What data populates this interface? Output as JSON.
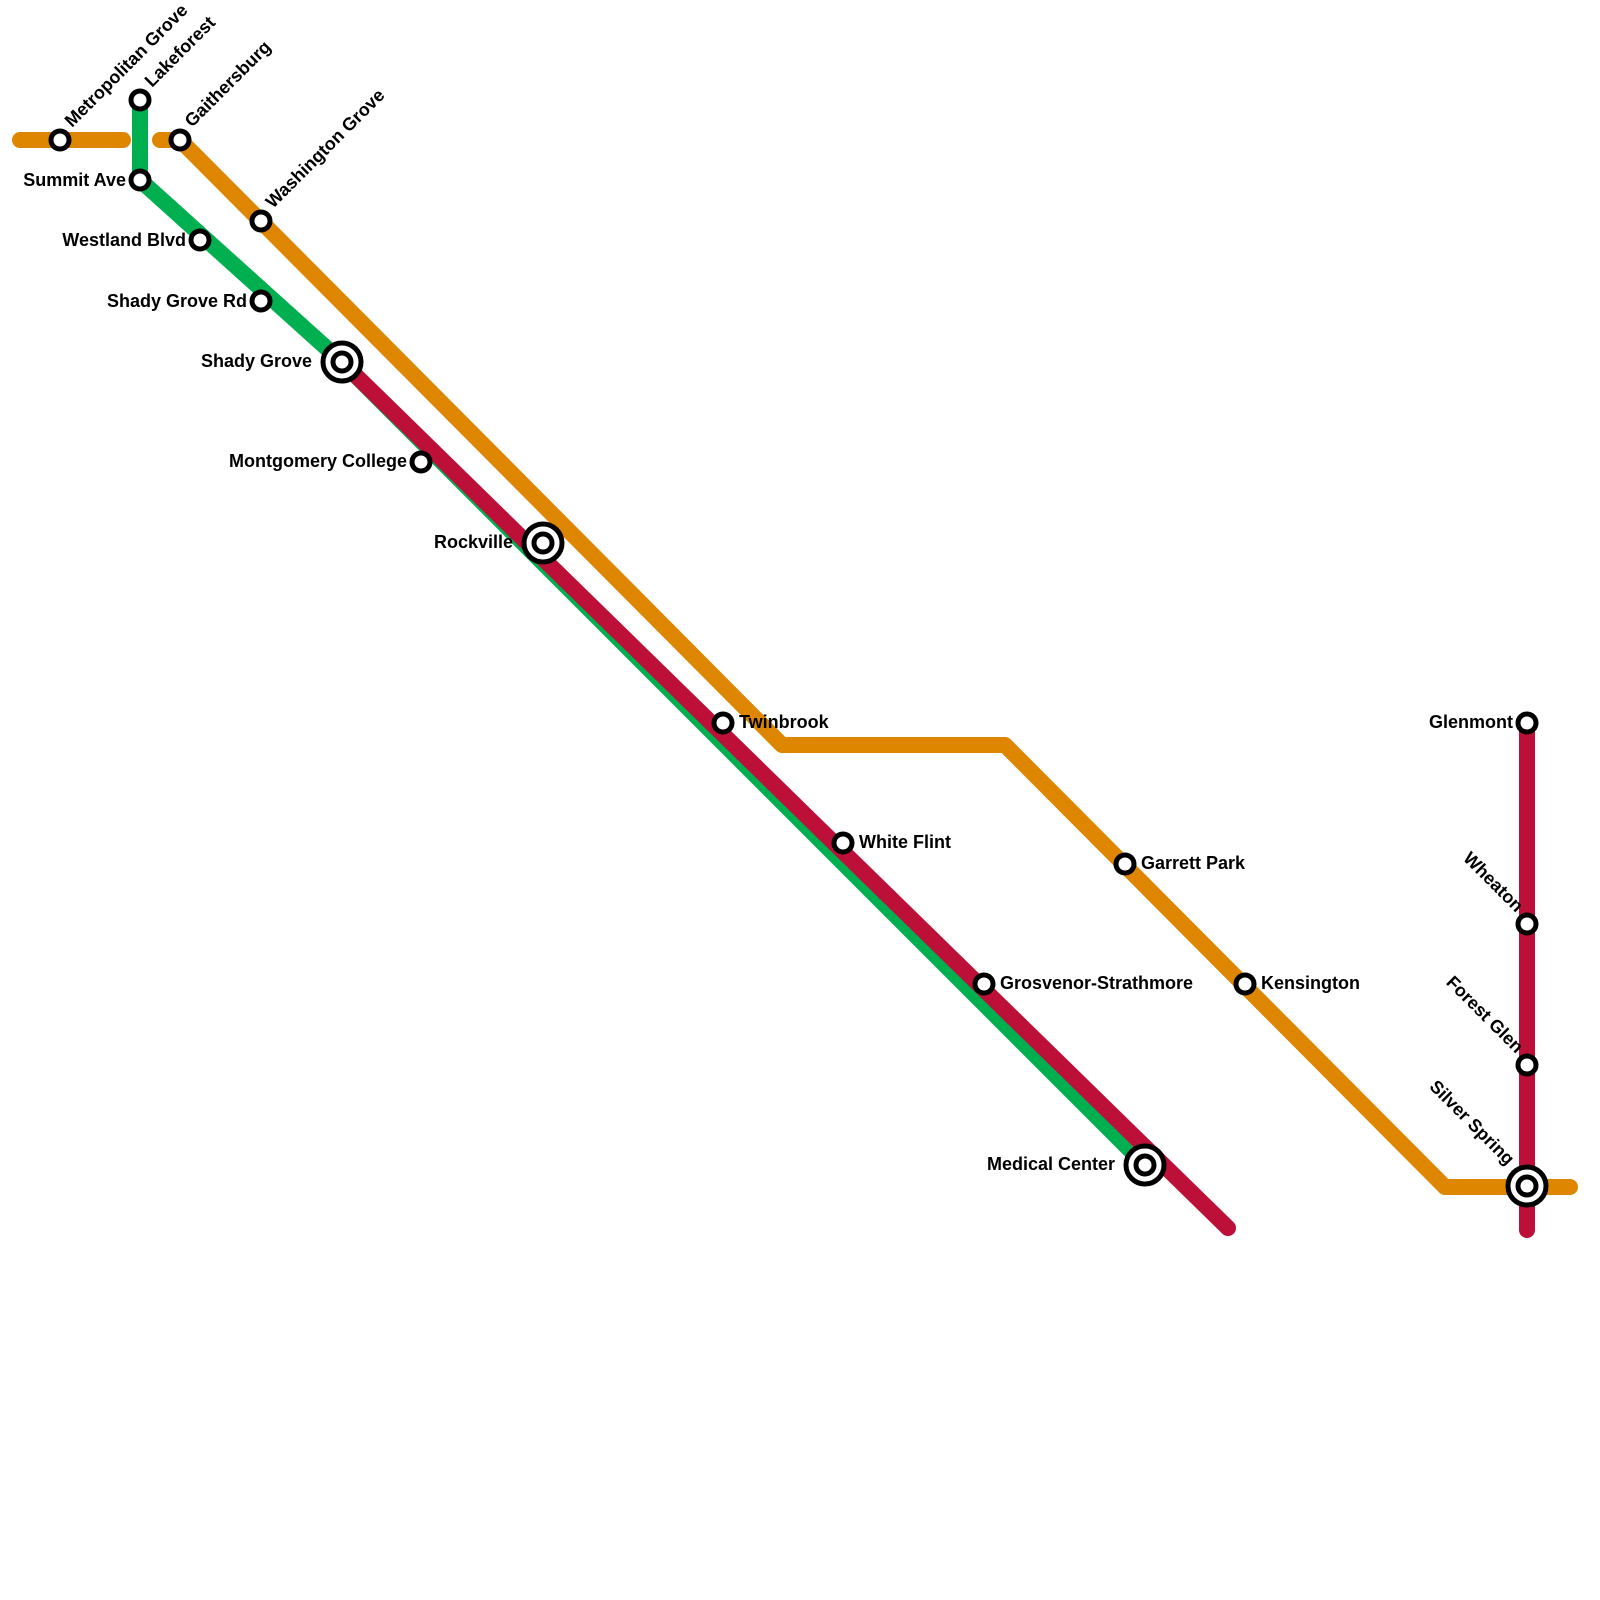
{
  "lines": [
    {
      "id": "orange",
      "color": "#DF8600"
    },
    {
      "id": "green",
      "color": "#00B050"
    },
    {
      "id": "red",
      "color": "#BD1038"
    }
  ],
  "stations": {
    "metropolitan_grove": "Metropolitan Grove",
    "lakeforest": "Lakeforest",
    "gaithersburg": "Gaithersburg",
    "washington_grove": "Washington Grove",
    "summit_ave": "Summit Ave",
    "westland_blvd": "Westland Blvd",
    "shady_grove_rd": "Shady Grove Rd",
    "shady_grove": "Shady Grove",
    "montgomery_college": "Montgomery College",
    "rockville": "Rockville",
    "twinbrook": "Twinbrook",
    "white_flint": "White Flint",
    "grosvenor_strathmore": "Grosvenor-Strathmore",
    "medical_center": "Medical Center",
    "garrett_park": "Garrett Park",
    "kensington": "Kensington",
    "glenmont": "Glenmont",
    "wheaton": "Wheaton",
    "forest_glen": "Forest Glen",
    "silver_spring": "Silver Spring"
  }
}
